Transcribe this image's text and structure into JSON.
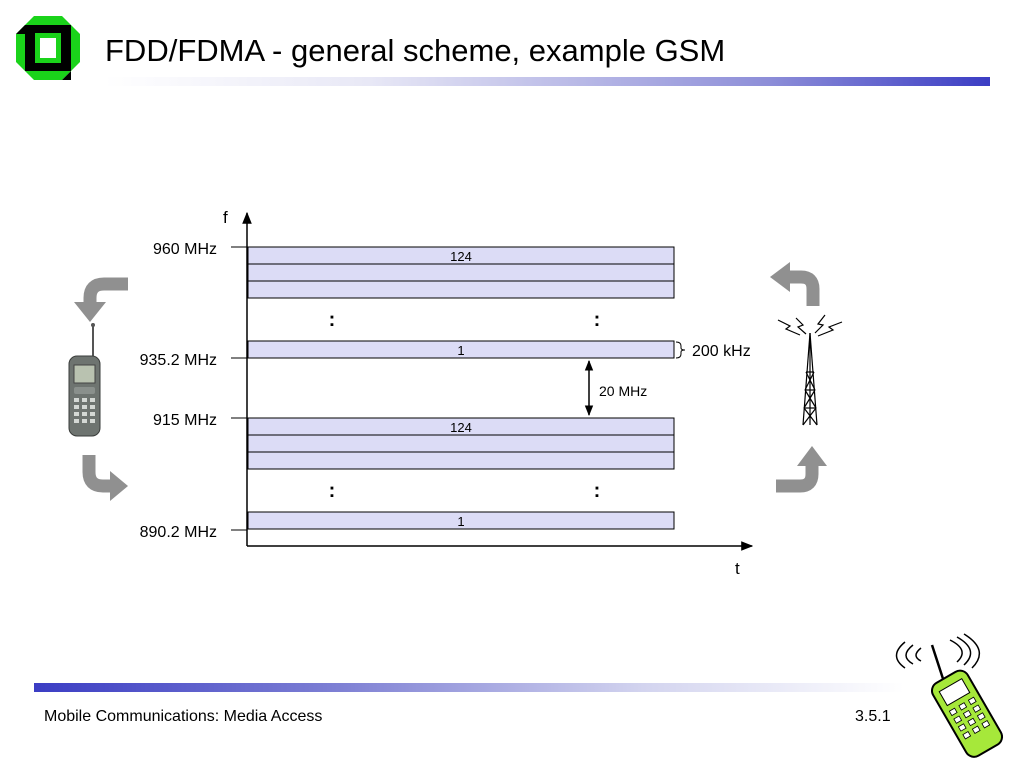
{
  "slide": {
    "title": "FDD/FDMA - general scheme, example GSM",
    "footer": "Mobile Communications: Media Access",
    "page_number": "3.5.1"
  },
  "diagram": {
    "y_axis_label": "f",
    "x_axis_label": "t",
    "frequencies": {
      "f960": "960 MHz",
      "f935": "935.2 MHz",
      "f915": "915 MHz",
      "f890": "890.2 MHz"
    },
    "channel_top": "124",
    "channel_bottom": "1",
    "ellipsis": ":",
    "channel_width": "200 kHz",
    "duplex_spacing": "20 MHz"
  },
  "colors": {
    "band_fill": "#dcdcf6",
    "title_bar_end": "#3b3dc4",
    "arrow_gray": "#909090",
    "logo_green": "#1ad31a"
  },
  "icons": [
    "university-logo-icon",
    "mobile-phone-icon",
    "base-station-tower-icon",
    "curved-arrow-icon",
    "ringing-phone-clipart-icon"
  ]
}
